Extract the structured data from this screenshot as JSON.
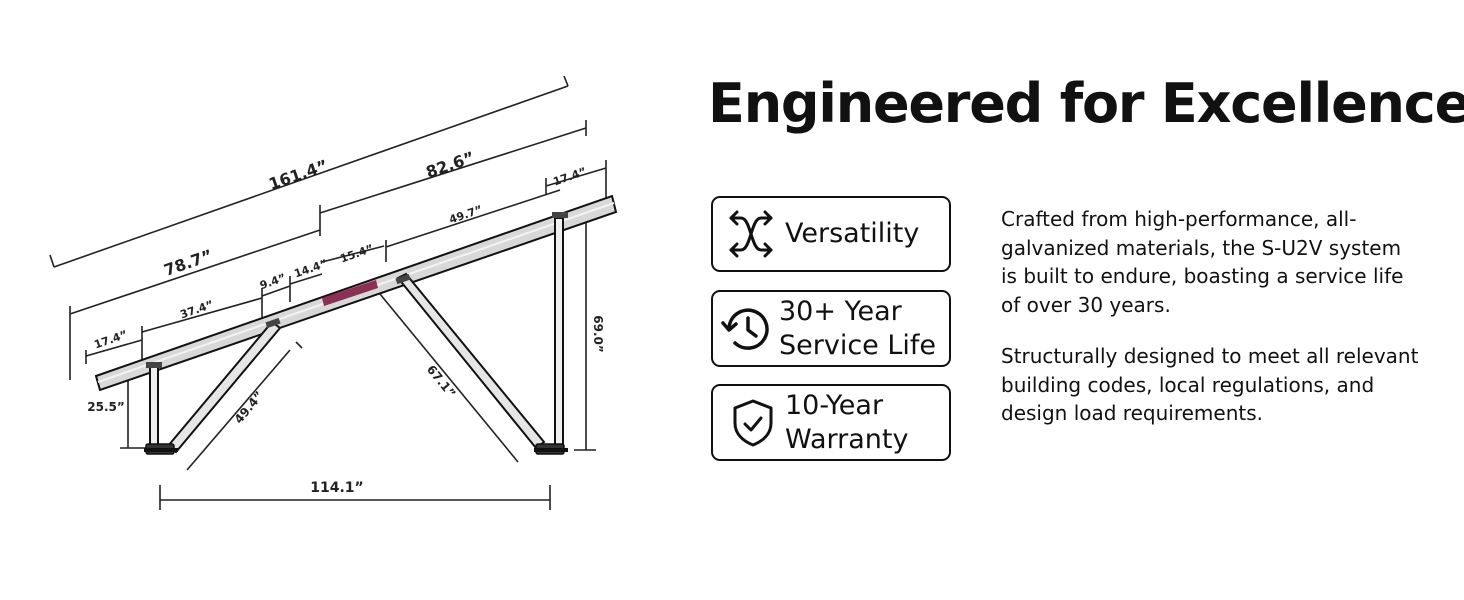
{
  "heading": "Engineered for Excellence",
  "diagram": {
    "dims": {
      "total_length": "161.4”",
      "upper_segment": "82.6”",
      "top_overhang": "17.4”",
      "lower_segment": "78.7”",
      "mid_upper": "49.7”",
      "center_gap": "15.4”",
      "gap_a": "14.4”",
      "gap_b": "9.4”",
      "mid_lower": "37.4”",
      "bottom_overhang": "17.4”",
      "front_leg": "25.5”",
      "front_brace": "49.4”",
      "rear_brace": "67.1”",
      "rear_leg": "69.0”",
      "base_span": "114.1”"
    }
  },
  "features": [
    {
      "icon": "arrows-swap-icon",
      "label": "Versatility"
    },
    {
      "icon": "history-clock-icon",
      "label_line1": "30+ Year",
      "label_line2": "Service Life"
    },
    {
      "icon": "shield-check-icon",
      "label_line1": "10-Year",
      "label_line2": "Warranty"
    }
  ],
  "paragraphs": [
    "Crafted from high-performance, all-galvanized materials, the S-U2V system is built to endure, boasting a service life of over 30 years.",
    "Structurally designed to meet all relevant building codes, local regulations, and design load requirements."
  ],
  "colors": {
    "ink": "#111111",
    "rail": "#d8d8d8",
    "accent": "#8c2f55"
  }
}
